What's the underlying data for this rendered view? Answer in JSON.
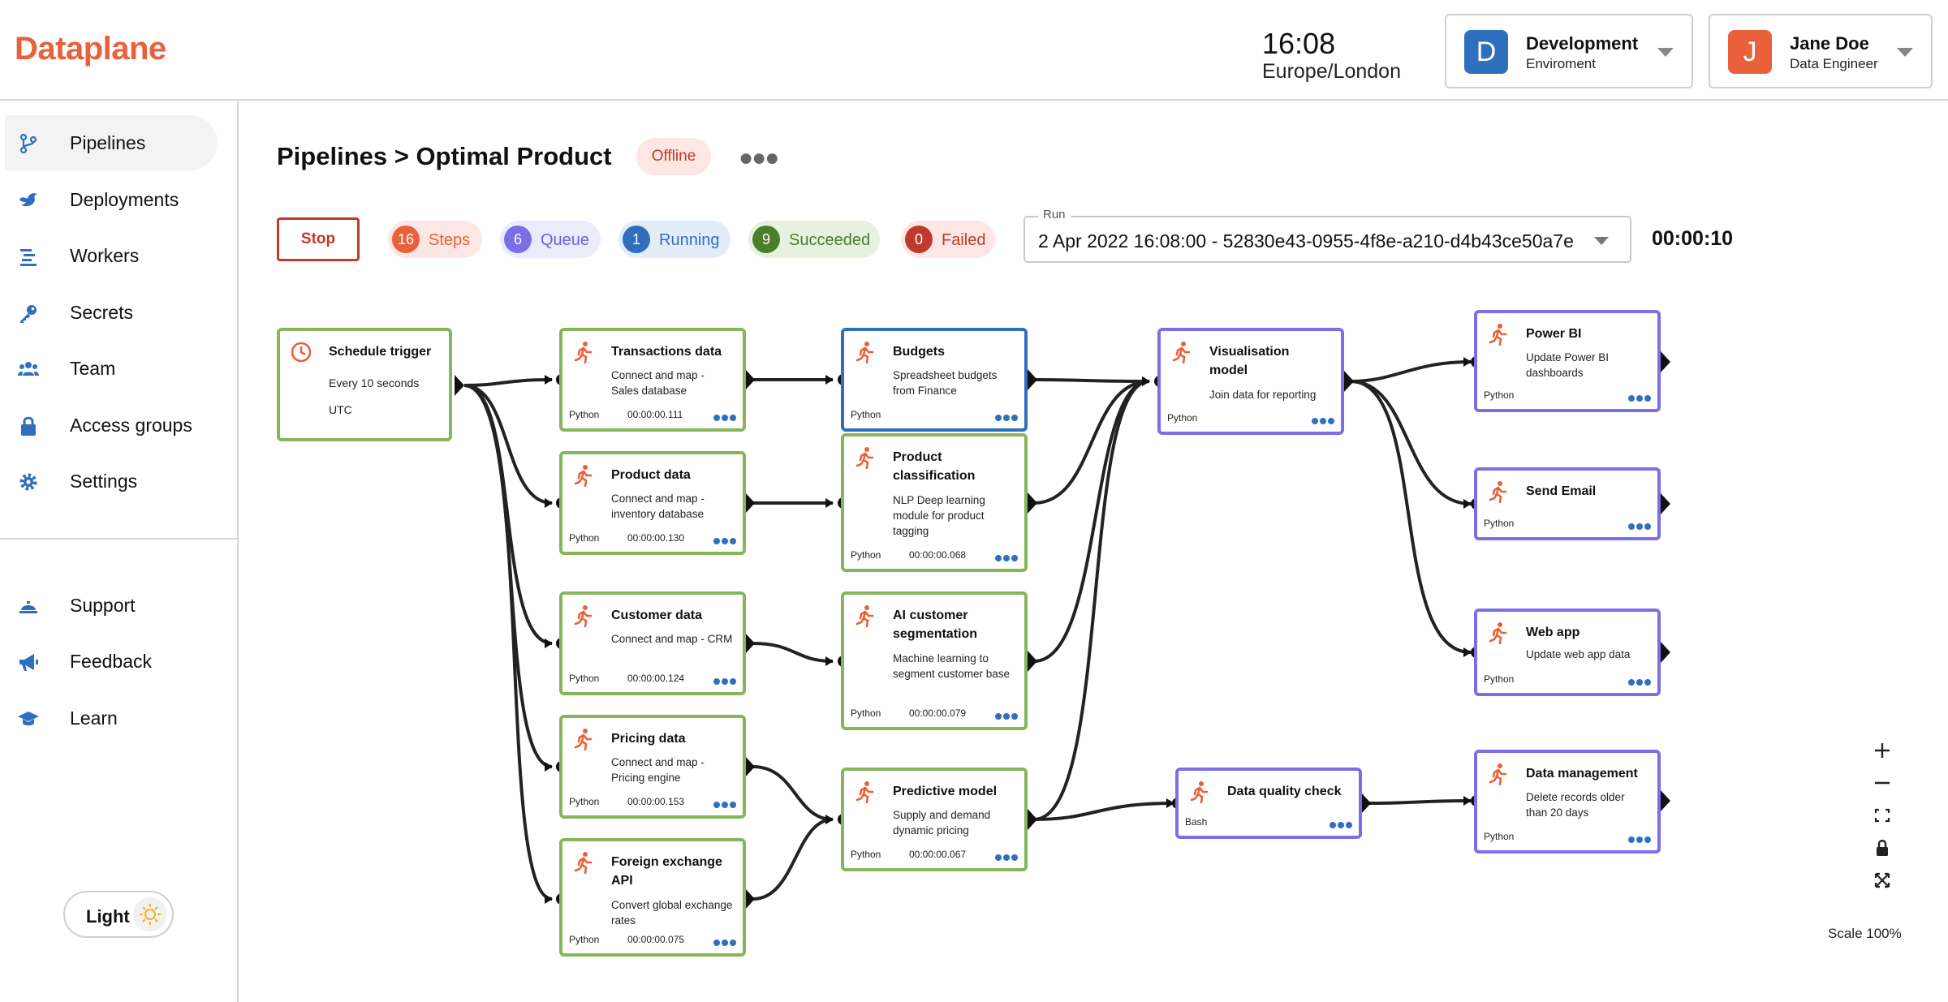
{
  "app": {
    "logo": "Dataplane"
  },
  "header": {
    "time": "16:08",
    "timezone": "Europe/London",
    "environment": {
      "initial": "D",
      "name": "Development",
      "sub": "Enviroment",
      "color": "#2f6fbe"
    },
    "user": {
      "initial": "J",
      "name": "Jane Doe",
      "role": "Data Engineer",
      "color": "#e8613a"
    }
  },
  "sidebar": {
    "items": [
      {
        "label": "Pipelines",
        "icon": "pipeline-icon"
      },
      {
        "label": "Deployments",
        "icon": "bird-icon"
      },
      {
        "label": "Workers",
        "icon": "workers-icon"
      },
      {
        "label": "Secrets",
        "icon": "key-icon"
      },
      {
        "label": "Team",
        "icon": "team-icon"
      },
      {
        "label": "Access groups",
        "icon": "lock-icon"
      },
      {
        "label": "Settings",
        "icon": "gear-icon"
      }
    ],
    "bottom": [
      {
        "label": "Support",
        "icon": "bell-icon"
      },
      {
        "label": "Feedback",
        "icon": "megaphone-icon"
      },
      {
        "label": "Learn",
        "icon": "graduation-cap-icon"
      }
    ],
    "theme_label": "Light"
  },
  "main": {
    "breadcrumb": "Pipelines > Optimal Product",
    "status": "Offline",
    "stop_label": "Stop",
    "chips": [
      {
        "count": "16",
        "label": "Steps",
        "bg": "#fde7e4",
        "dot": "#e8613a",
        "fg": "#e8613a"
      },
      {
        "count": "6",
        "label": "Queue",
        "bg": "#ecebfb",
        "dot": "#7b6ee6",
        "fg": "#6a5fd6"
      },
      {
        "count": "1",
        "label": "Running",
        "bg": "#e3edf8",
        "dot": "#2f6fbe",
        "fg": "#2f6fbe"
      },
      {
        "count": "9",
        "label": "Succeeded",
        "bg": "#e7f1df",
        "dot": "#4b7d2c",
        "fg": "#4b7d2c"
      },
      {
        "count": "0",
        "label": "Failed",
        "bg": "#fde7e4",
        "dot": "#c0392b",
        "fg": "#c0392b"
      }
    ],
    "run": {
      "legend": "Run",
      "value": "2 Apr 2022 16:08:00 - 52830e43-0955-4f8e-a210-d4b43ce50a7e"
    },
    "elapsed": "00:00:10"
  },
  "colors": {
    "succeeded": "#86b55a",
    "running": "#2f6fbe",
    "queued": "#7b6ee6"
  },
  "nodes": {
    "schedule": {
      "title": "Schedule trigger",
      "line1": "Every 10 seconds",
      "line2": "UTC"
    },
    "transactions": {
      "title": "Transactions data",
      "desc": "Connect and map - Sales database",
      "lang": "Python",
      "duration": "00:00:00.111",
      "state": "succeeded"
    },
    "product": {
      "title": "Product data",
      "desc": "Connect and map - inventory database",
      "lang": "Python",
      "duration": "00:00:00.130",
      "state": "succeeded"
    },
    "customer": {
      "title": "Customer data",
      "desc": "Connect and map - CRM",
      "lang": "Python",
      "duration": "00:00:00.124",
      "state": "succeeded"
    },
    "pricing": {
      "title": "Pricing data",
      "desc": "Connect and map - Pricing engine",
      "lang": "Python",
      "duration": "00:00:00.153",
      "state": "succeeded"
    },
    "forex": {
      "title": "Foreign exchange API",
      "desc": "Convert global exchange rates",
      "lang": "Python",
      "duration": "00:00:00.075",
      "state": "succeeded"
    },
    "budgets": {
      "title": "Budgets",
      "desc": "Spreadsheet budgets from Finance",
      "lang": "Python",
      "duration": "",
      "state": "running"
    },
    "classification": {
      "title": "Product classification",
      "desc": "NLP Deep learning module for product tagging",
      "lang": "Python",
      "duration": "00:00:00.068",
      "state": "succeeded"
    },
    "segmentation": {
      "title": "AI customer segmentation",
      "desc": "Machine learning to segment customer base",
      "lang": "Python",
      "duration": "00:00:00.079",
      "state": "succeeded"
    },
    "predictive": {
      "title": "Predictive model",
      "desc": "Supply and demand dynamic pricing",
      "lang": "Python",
      "duration": "00:00:00.067",
      "state": "succeeded"
    },
    "visualisation": {
      "title": "Visualisation model",
      "desc": "Join data for reporting",
      "lang": "Python",
      "duration": "",
      "state": "queued"
    },
    "quality": {
      "title": "Data quality check",
      "desc": "",
      "lang": "Bash",
      "duration": "",
      "state": "queued"
    },
    "powerbi": {
      "title": "Power BI",
      "desc": "Update Power BI dashboards",
      "lang": "Python",
      "duration": "",
      "state": "queued"
    },
    "email": {
      "title": "Send Email",
      "desc": "",
      "lang": "Python",
      "duration": "",
      "state": "queued"
    },
    "webapp": {
      "title": "Web app",
      "desc": "Update web app data",
      "lang": "Python",
      "duration": "",
      "state": "queued"
    },
    "datamgmt": {
      "title": "Data management",
      "desc": "Delete records older than 20 days",
      "lang": "Python",
      "duration": "",
      "state": "queued"
    }
  },
  "canvas": {
    "scale_label": "Scale 100%"
  }
}
